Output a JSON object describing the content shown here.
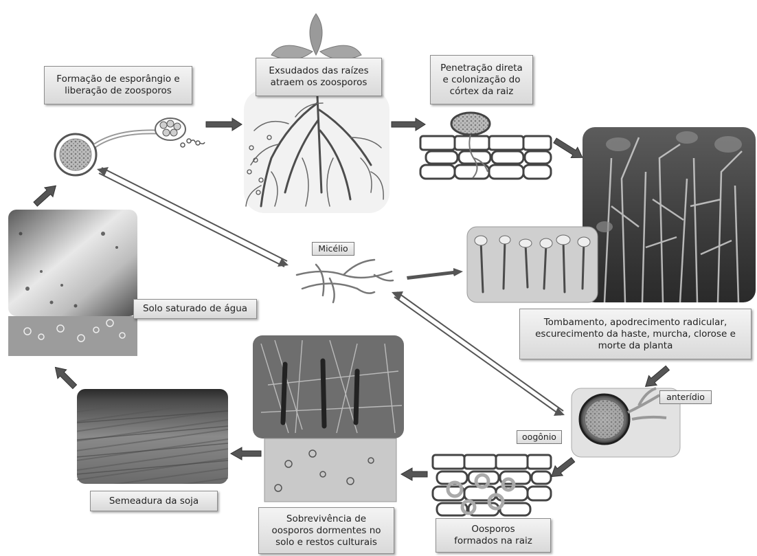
{
  "labels": {
    "sporangium": "Formação de esporângio e\nliberação de zoosporos",
    "exudates": "Exsudados das raízes\natraem os zoosporos",
    "penetration": "Penetração direta\ne colonização do\ncórtex da raiz",
    "symptoms": "Tombamento,  apodrecimento radicular,\nescurecimento da haste, murcha, clorose e\nmorte da planta",
    "soil": "Solo saturado de água",
    "sowing": "Semeadura da soja",
    "survival": "Sobrevivência de\noosporos dormentes no\nsolo e restos culturais",
    "oospores": "Oosporos\nformados na raiz",
    "mycelium": "Micélio",
    "antheridium": "anterídio",
    "oogonium": "oogônio"
  },
  "colors": {
    "arrow": "#555555",
    "label_bg": "#e6e6e6",
    "photo_dark": "#3a3a3a"
  }
}
